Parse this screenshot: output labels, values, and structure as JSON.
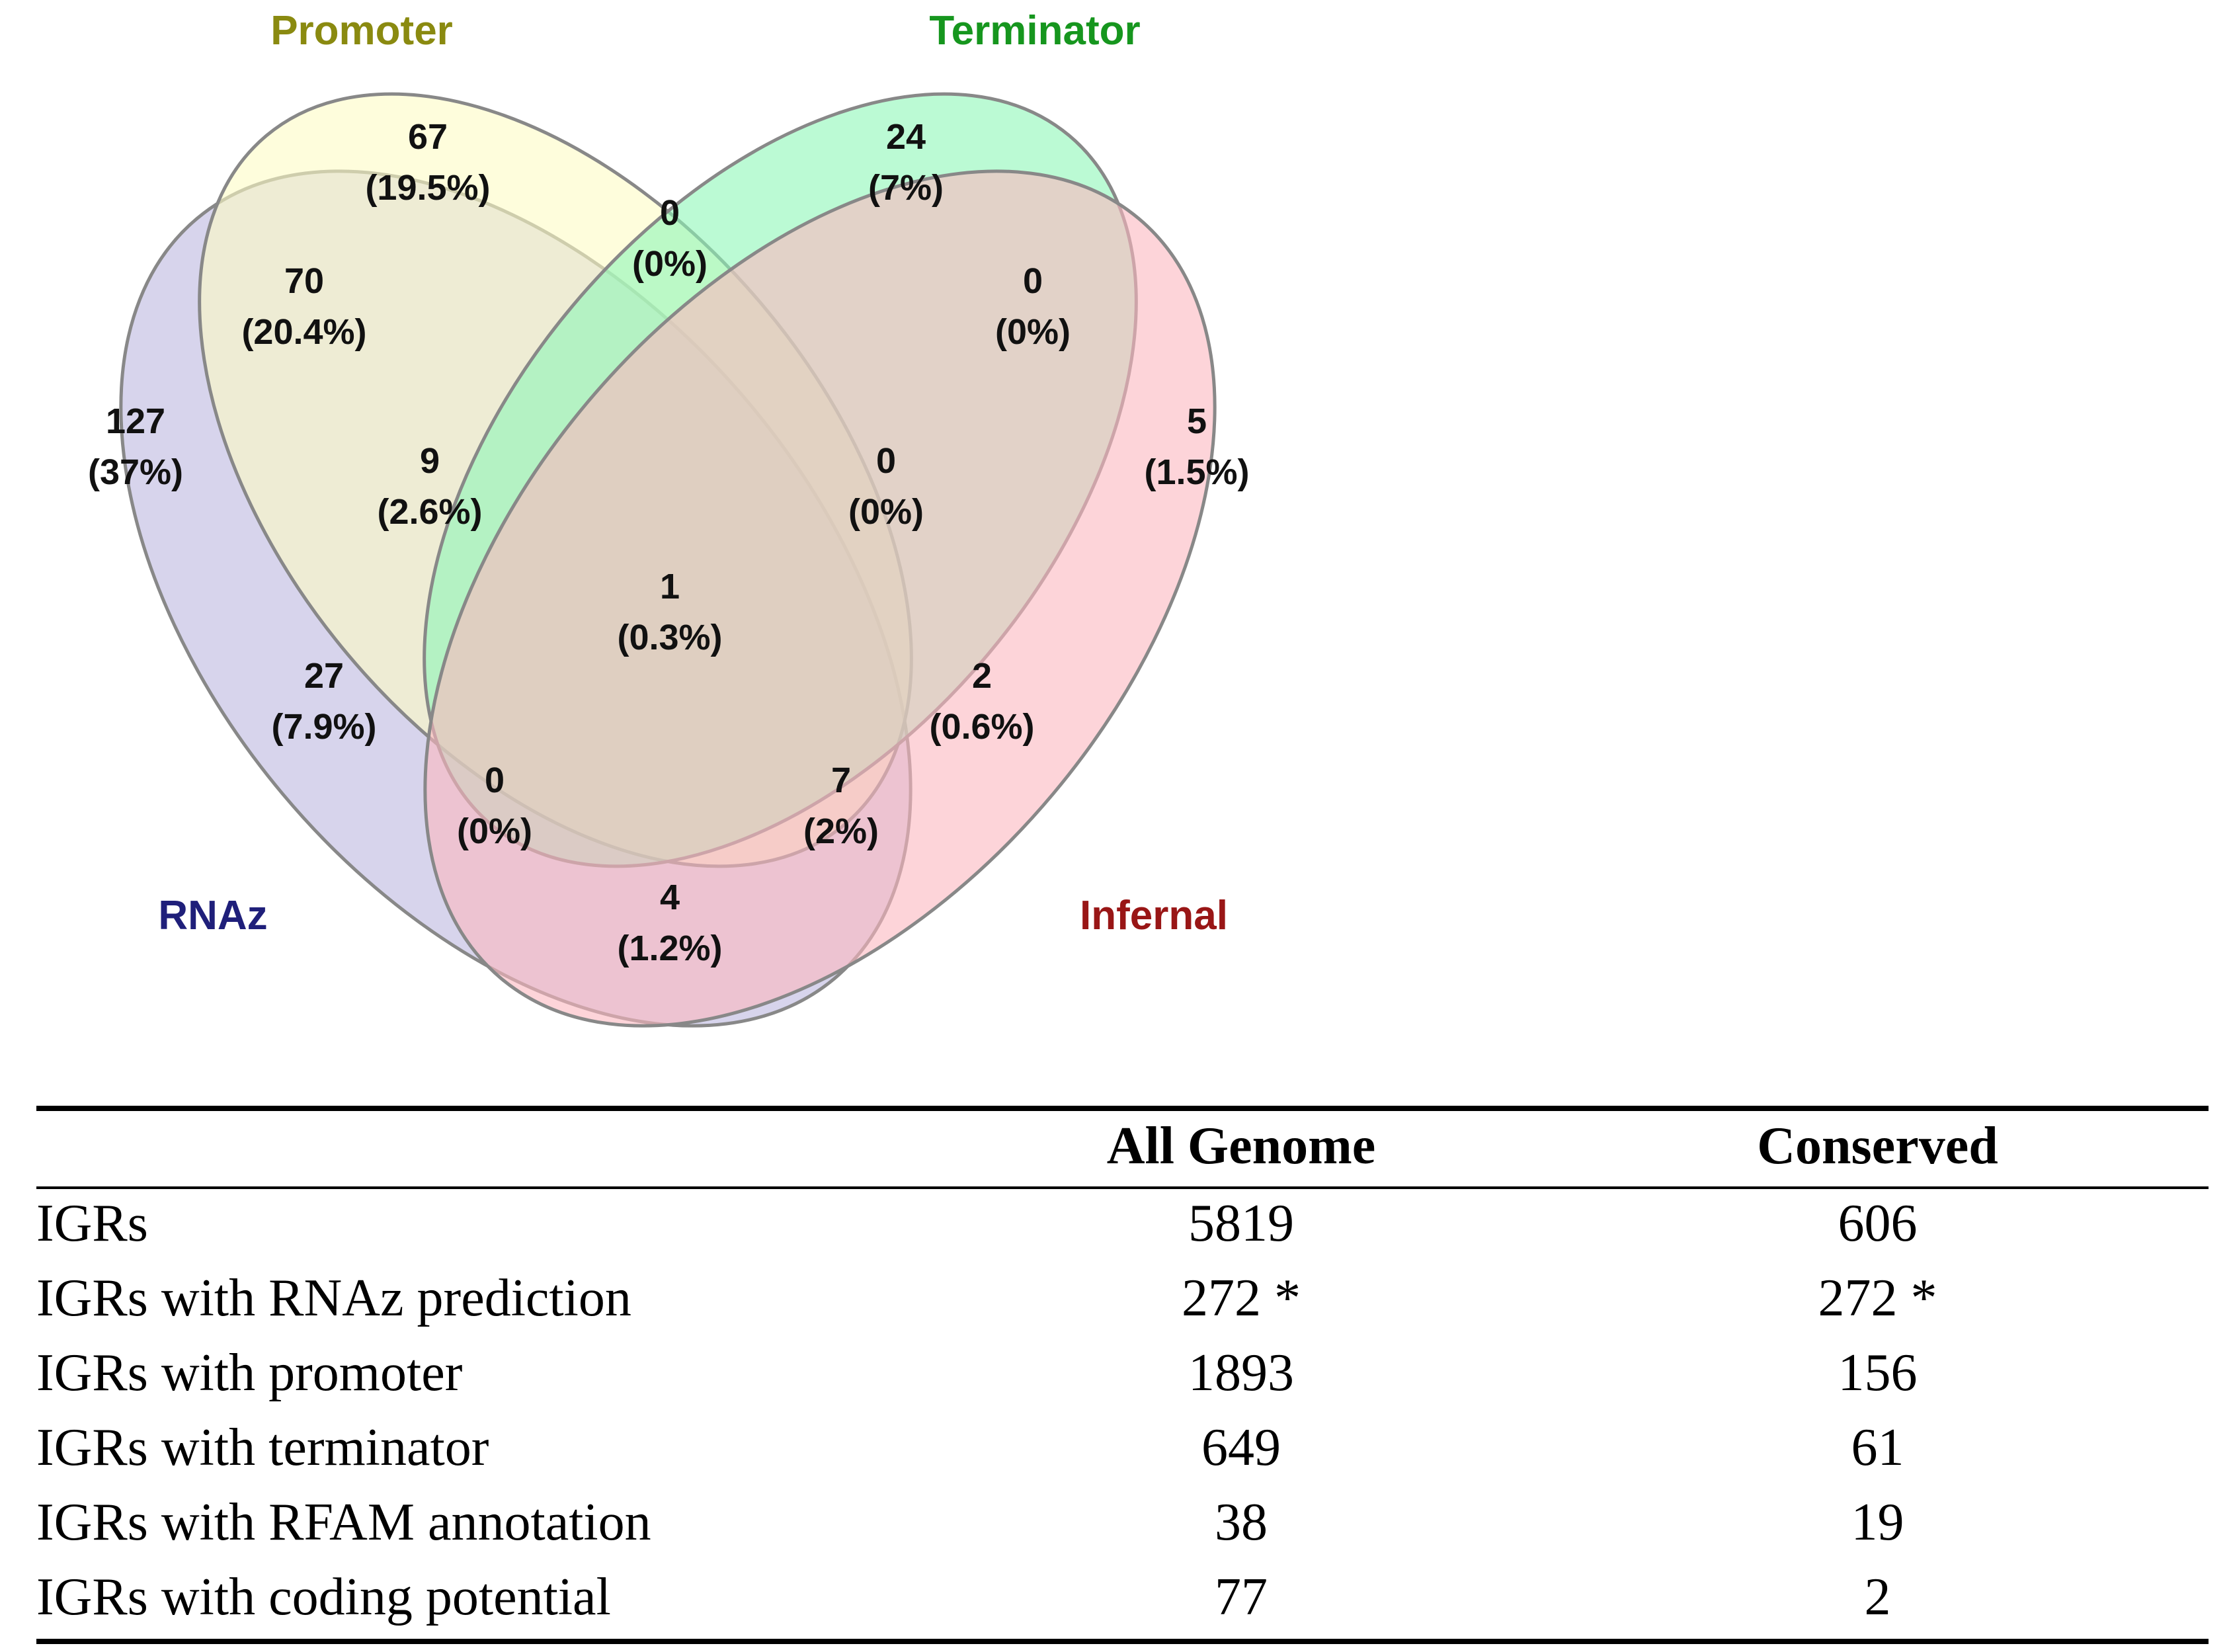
{
  "venn": {
    "sets": [
      {
        "key": "rnaz",
        "label": "RNAz",
        "color": "#1f1f7a",
        "fill": "#bcb8e0"
      },
      {
        "key": "promoter",
        "label": "Promoter",
        "color": "#8a8a10",
        "fill": "#fdfcc4"
      },
      {
        "key": "terminator",
        "label": "Terminator",
        "color": "#16961e",
        "fill": "#8ef7b7"
      },
      {
        "key": "infernal",
        "label": "Infernal",
        "color": "#991616",
        "fill": "#fcb8c0"
      }
    ],
    "regions": [
      {
        "id": "rnaz-only",
        "count": "127",
        "pct": "(37%)"
      },
      {
        "id": "promoter-only",
        "count": "67",
        "pct": "(19.5%)"
      },
      {
        "id": "terminator-only",
        "count": "24",
        "pct": "(7%)"
      },
      {
        "id": "infernal-only",
        "count": "5",
        "pct": "(1.5%)"
      },
      {
        "id": "promoter-terminator",
        "count": "0",
        "pct": "(0%)"
      },
      {
        "id": "rnaz-promoter",
        "count": "70",
        "pct": "(20.4%)"
      },
      {
        "id": "terminator-infernal",
        "count": "0",
        "pct": "(0%)"
      },
      {
        "id": "rnaz-promoter-terminator",
        "count": "9",
        "pct": "(2.6%)"
      },
      {
        "id": "promoter-terminator-infernal",
        "count": "0",
        "pct": "(0%)"
      },
      {
        "id": "all-four",
        "count": "1",
        "pct": "(0.3%)"
      },
      {
        "id": "rnaz-terminator",
        "count": "27",
        "pct": "(7.9%)"
      },
      {
        "id": "promoter-infernal",
        "count": "2",
        "pct": "(0.6%)"
      },
      {
        "id": "rnaz-terminator-infernal",
        "count": "0",
        "pct": "(0%)"
      },
      {
        "id": "rnaz-promoter-infernal",
        "count": "7",
        "pct": "(2%)"
      },
      {
        "id": "rnaz-infernal",
        "count": "4",
        "pct": "(1.2%)"
      }
    ]
  },
  "table": {
    "headers": [
      "",
      "All Genome",
      "Conserved"
    ],
    "rows": [
      [
        "IGRs",
        "5819",
        "606"
      ],
      [
        "IGRs with RNAz prediction",
        "272 *",
        "272 *"
      ],
      [
        "IGRs with promoter",
        "1893",
        "156"
      ],
      [
        "IGRs with terminator",
        "649",
        "61"
      ],
      [
        "IGRs with RFAM annotation",
        "38",
        "19"
      ],
      [
        "IGRs with coding potential",
        "77",
        "2"
      ]
    ]
  }
}
